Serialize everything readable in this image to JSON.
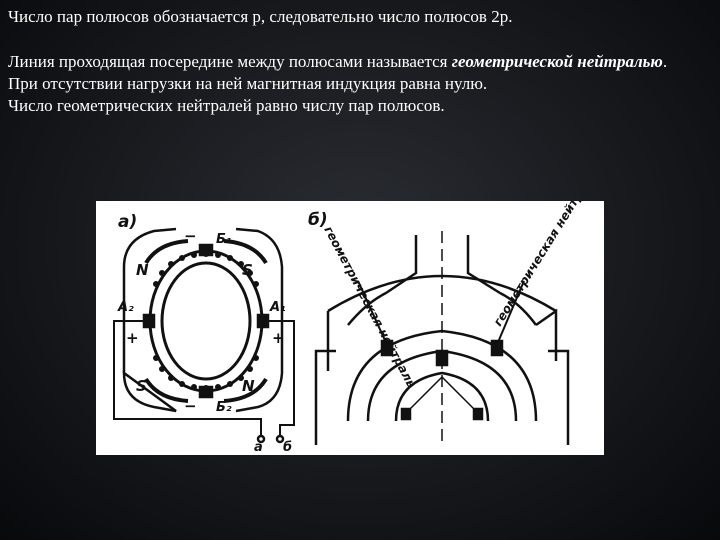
{
  "slide": {
    "title": "Число пар полюсов обозначается p, следовательно число полюсов 2p.",
    "line1_prefix": "Линия проходящая посередине между полюсами называется ",
    "line1_emphasis": "геометрической нейтралью",
    "line1_suffix": ".",
    "line2": "При отсутствии нагрузки на ней магнитная индукция равна нулю.",
    "line3": "Число геометрических нейтралей равно числу пар полюсов."
  },
  "figure": {
    "panel_a_label": "а)",
    "panel_b_label": "б)",
    "pole_n": "N",
    "pole_s": "S",
    "brush_b1": "Б₁",
    "brush_b2": "Б₂",
    "brush_a1": "А₁",
    "brush_a2": "А₂",
    "plus": "+",
    "minus": "−",
    "terminal_a": "а",
    "terminal_b": "б",
    "neutral_label": "геометрическая нейтраль"
  }
}
